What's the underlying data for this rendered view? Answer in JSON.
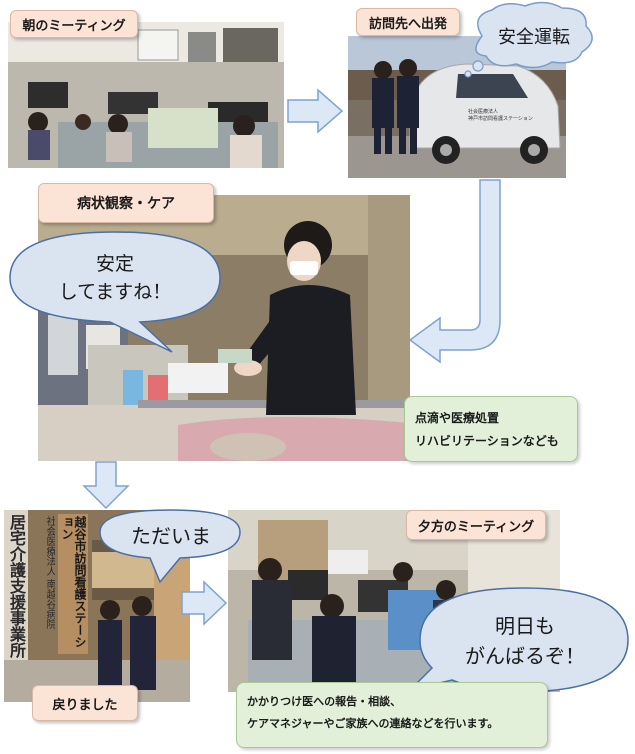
{
  "step1": {
    "label": "朝のミーティング"
  },
  "step2": {
    "label": "訪問先へ出発",
    "bubble": "安全運転",
    "car_text": "社会医療法人\n神戸市訪問看護ステーション"
  },
  "step3": {
    "label": "病状観察・ケア",
    "bubble_line1": "安定",
    "bubble_line2": "してますね！",
    "note_line1": "点滴や医療処置",
    "note_line2": "リハビリテーションなども"
  },
  "step4": {
    "label": "戻りました",
    "bubble": "ただいま",
    "sign_left": "居宅介護支援事業所",
    "sign_left_sub": "社会医療法人 南越谷病院",
    "sign_right": "越谷市訪問看護ステーション"
  },
  "step5": {
    "label": "夕方のミーティング",
    "bubble_line1": "明日も",
    "bubble_line2": "がんばるぞ！",
    "note_line1": "かかりつけ医への報告・相談、",
    "note_line2": "ケアマネジャーやご家族への連絡などを行います。"
  },
  "colors": {
    "label_bg": "#fbe3d6",
    "note_bg": "#e2efd9",
    "bubble_bg": "#dae3f0",
    "arrow_fill": "#dce8f5",
    "arrow_stroke": "#7fa3cf"
  }
}
